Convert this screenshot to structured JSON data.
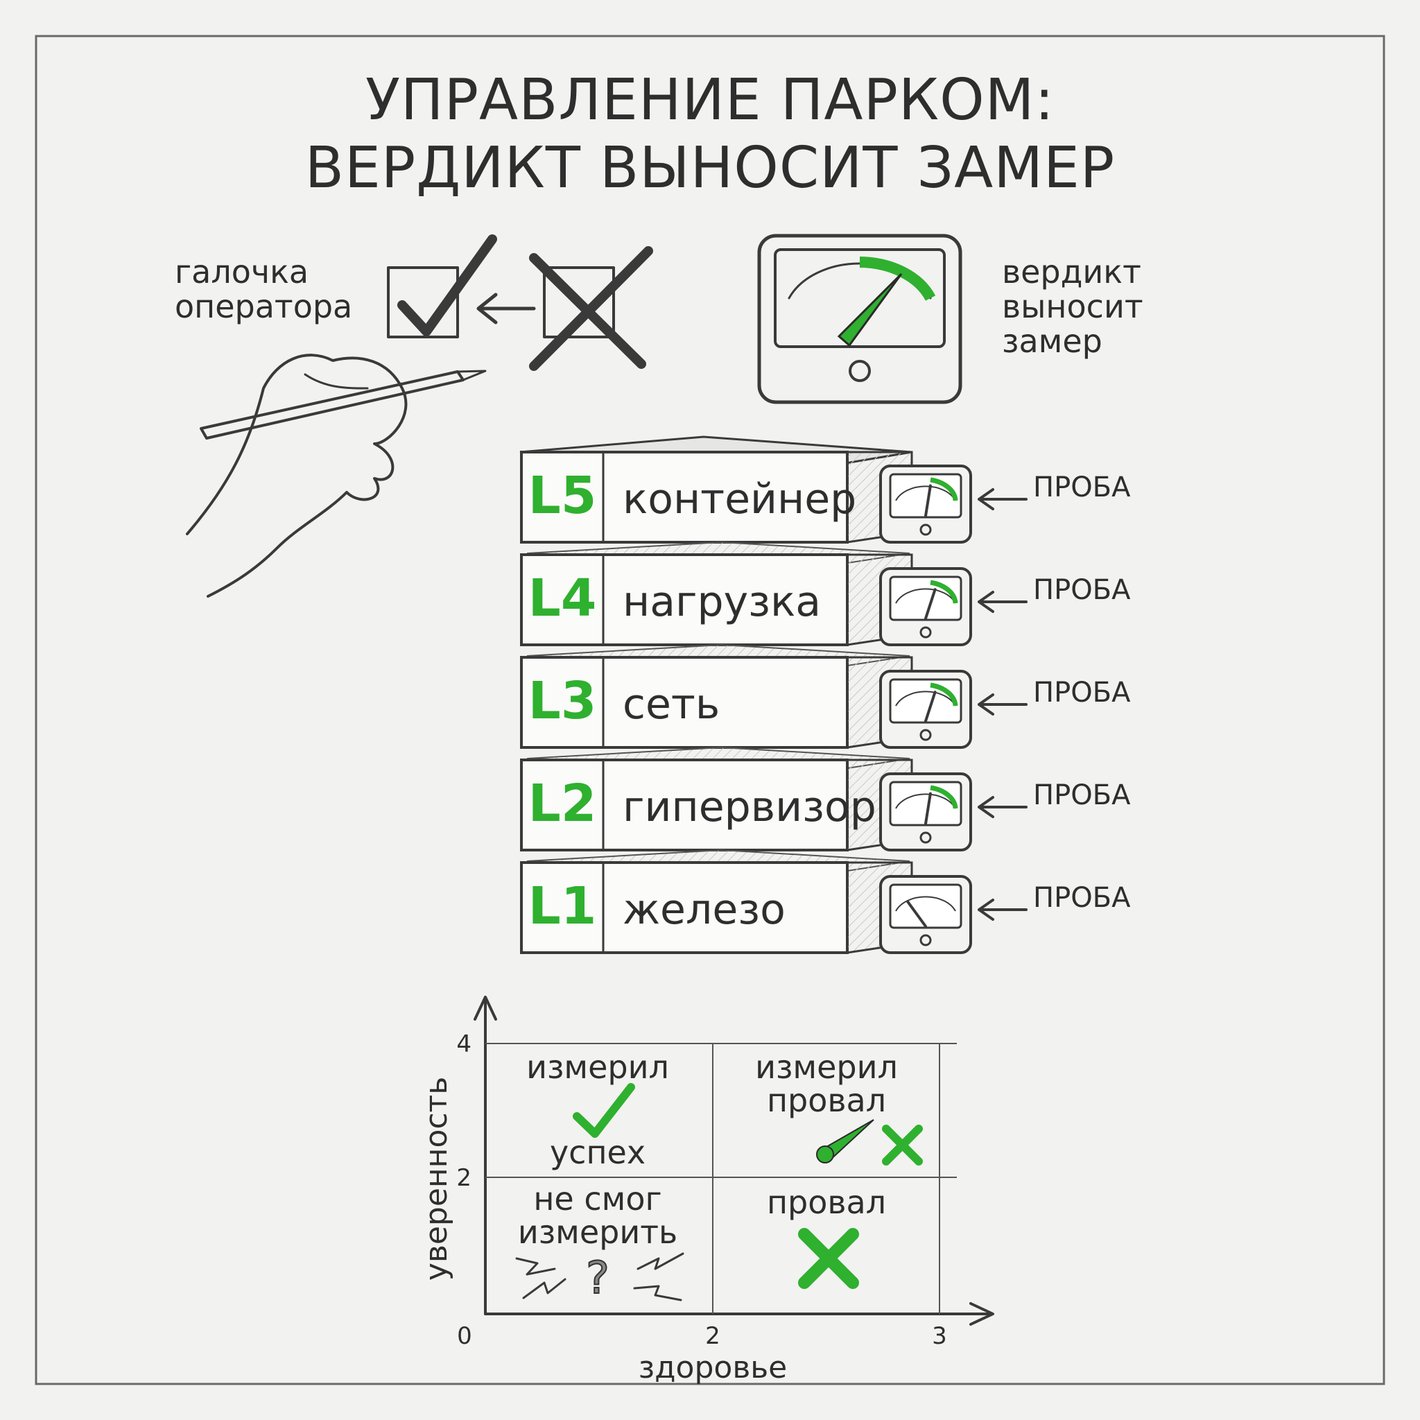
{
  "title": {
    "line1": "УПРАВЛЕНИЕ ПАРКОМ:",
    "line2": "ВЕРДИКТ ВЫНОСИТ ЗАМЕР"
  },
  "operator_label": [
    "галочка",
    "оператора"
  ],
  "meter_label": [
    "вердикт",
    "выносит",
    "замер"
  ],
  "layers": [
    {
      "code": "L5",
      "name": "контейнер",
      "probe": "ПРОБА",
      "gauge_level": 0.55
    },
    {
      "code": "L4",
      "name": "нагрузка",
      "probe": "ПРОБА",
      "gauge_level": 0.6
    },
    {
      "code": "L3",
      "name": "сеть",
      "probe": "ПРОБА",
      "gauge_level": 0.6
    },
    {
      "code": "L2",
      "name": "гипервизор",
      "probe": "ПРОБА",
      "gauge_level": 0.55
    },
    {
      "code": "L1",
      "name": "железо",
      "probe": "ПРОБА",
      "gauge_level": 0.3
    }
  ],
  "chart_data": {
    "type": "quadrant",
    "xlabel": "здоровье",
    "ylabel": "уверенность",
    "x_ticks": [
      "0",
      "2",
      "3"
    ],
    "y_ticks": [
      "4",
      "2"
    ],
    "quadrants": {
      "top_left": {
        "label": "измерил",
        "sublabel": "успех",
        "icon": "check-icon"
      },
      "top_right": {
        "label1": "измерил",
        "label2": "провал",
        "icon": "needle-cross-icon"
      },
      "bottom_left": {
        "label1": "не смог",
        "label2": "измерить",
        "icon": "question-icon"
      },
      "bottom_right": {
        "label": "провал",
        "icon": "cross-icon"
      }
    }
  },
  "colors": {
    "accent": "#2fb02f",
    "ink": "#2e2e2e",
    "paper": "#f2f2f0"
  }
}
